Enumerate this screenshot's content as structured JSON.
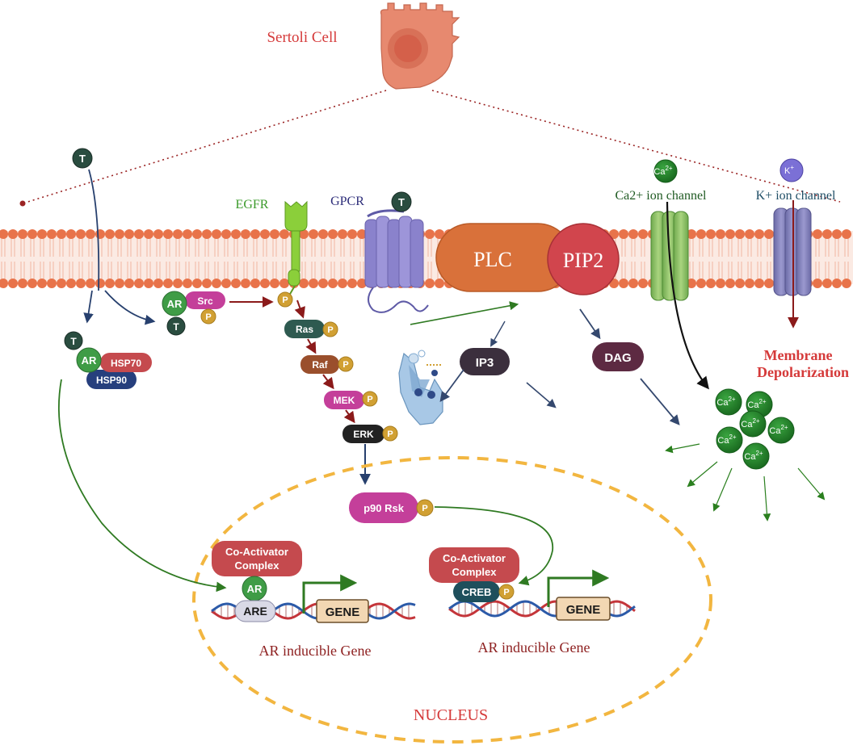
{
  "cell": {
    "title": "Sertoli Cell"
  },
  "membrane": {
    "egfr": "EGFR",
    "gpcr": "GPCR",
    "plc": "PLC",
    "pip2": "PIP2",
    "ca_channel": "Ca2+ ion channel",
    "k_channel": "K+ ion channel",
    "ca_ion": "Ca",
    "ca_sup": "2+",
    "k_ion": "K",
    "k_sup": "+",
    "depolarization_1": "Membrane",
    "depolarization_2": "Depolarization"
  },
  "molecules": {
    "t": "T",
    "ar": "AR",
    "src": "Src",
    "p": "P",
    "hsp70": "HSP70",
    "hsp90": "HSP90",
    "ras": "Ras",
    "raf": "Raf",
    "mek": "MEK",
    "erk": "ERK",
    "p90rsk": "p90 Rsk",
    "ip3": "IP3",
    "dag": "DAG",
    "creb": "CREB"
  },
  "nucleus": {
    "label": "NUCLEUS",
    "coactivator_1": "Co-Activator",
    "coactivator_2": "Complex",
    "are": "ARE",
    "gene": "GENE",
    "gene_label_left": "AR inducible Gene",
    "gene_label_right": "AR inducible Gene"
  },
  "colors": {
    "membrane": "#e8734a",
    "plc": "#d9713a",
    "pip2": "#d1454d",
    "ar_green": "#3f9c46",
    "t_dark": "#2a4d40",
    "src_magenta": "#c43f9a",
    "p_gold": "#d1a033",
    "ras": "#2e5a50",
    "raf": "#9a4f2c",
    "mek": "#c43f9a",
    "erk": "#222222",
    "coactivator": "#c54a4e",
    "hsp90": "#263f7d",
    "creb": "#1e4f5c",
    "dag": "#5d2a42",
    "ip3": "#3b2f3d",
    "ca_green": "#1f7e28",
    "title_red": "#d53a3a",
    "dark_red": "#8d1f1f"
  }
}
